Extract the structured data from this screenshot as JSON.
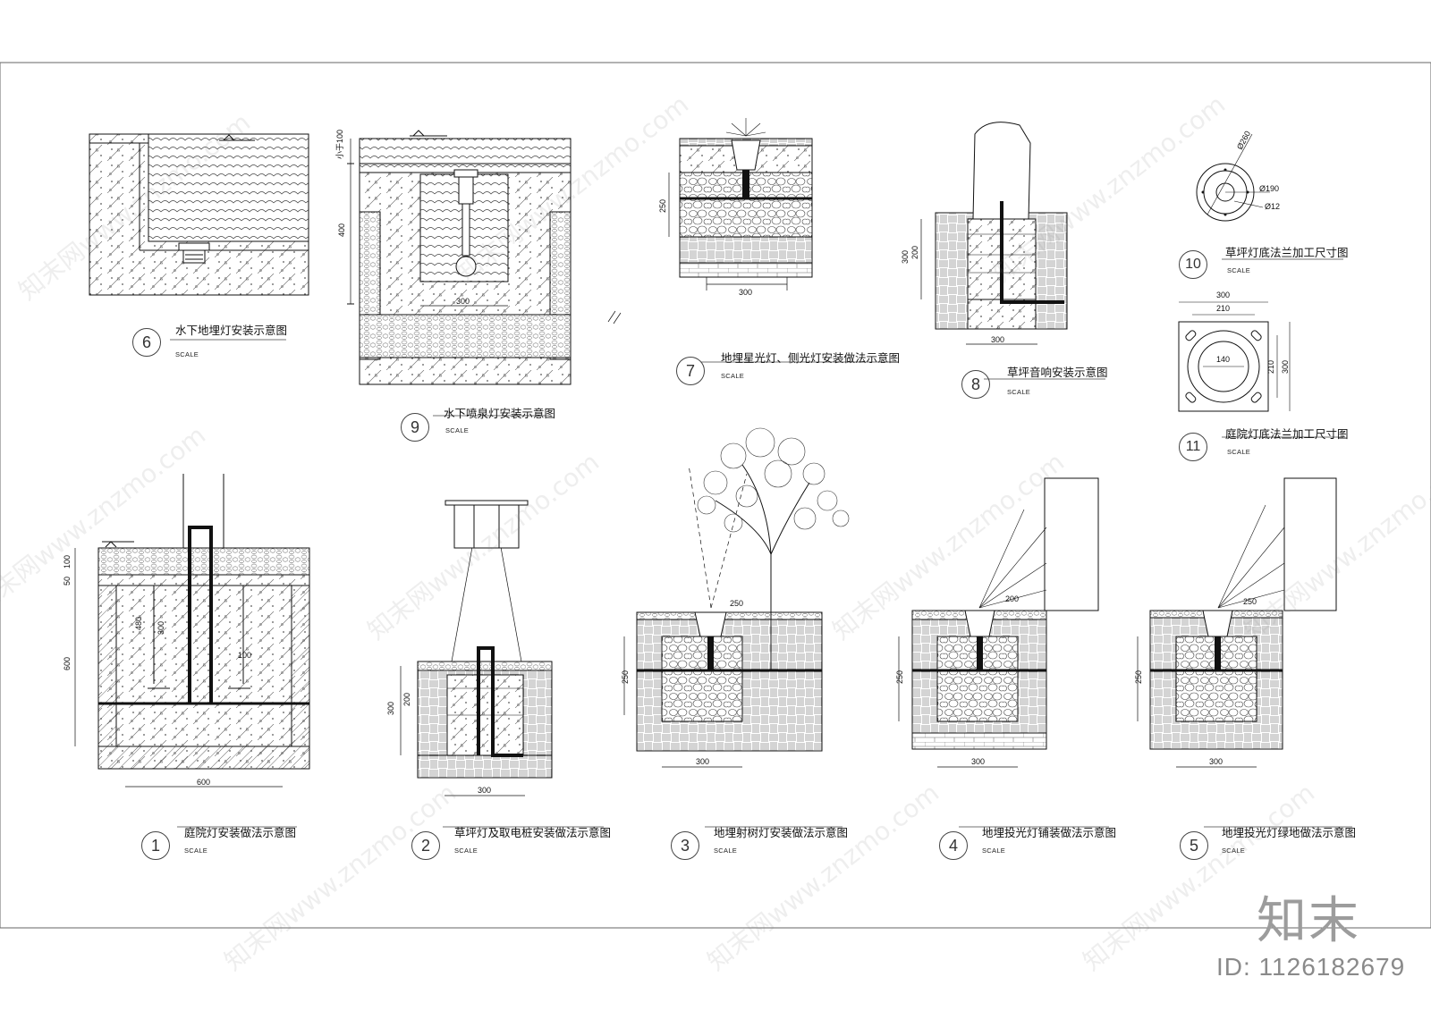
{
  "diagrams": [
    {
      "no": "6",
      "title": "水下地埋灯安装示意图",
      "scale": "SCALE"
    },
    {
      "no": "9",
      "title": "水下喷泉灯安装示意图",
      "scale": "SCALE"
    },
    {
      "no": "7",
      "title": "地埋星光灯、侧光灯安装做法示意图",
      "scale": "SCALE"
    },
    {
      "no": "8",
      "title": "草坪音响安装示意图",
      "scale": "SCALE"
    },
    {
      "no": "10",
      "title": "草坪灯底法兰加工尺寸图",
      "scale": "SCALE"
    },
    {
      "no": "11",
      "title": "庭院灯底法兰加工尺寸图",
      "scale": "SCALE"
    },
    {
      "no": "1",
      "title": "庭院灯安装做法示意图",
      "scale": "SCALE"
    },
    {
      "no": "2",
      "title": "草坪灯及取电桩安装做法示意图",
      "scale": "SCALE"
    },
    {
      "no": "3",
      "title": "地埋射树灯安装做法示意图",
      "scale": "SCALE"
    },
    {
      "no": "4",
      "title": "地埋投光灯铺装做法示意图",
      "scale": "SCALE"
    },
    {
      "no": "5",
      "title": "地埋投光灯绿地做法示意图",
      "scale": "SCALE"
    }
  ],
  "dimensions": {
    "d9_top": "小于100",
    "d9_400": "400",
    "d9_300": "300",
    "d7_250": "250",
    "d7_300": "300",
    "d8_200": "200",
    "d8_300v": "300",
    "d8_300": "300",
    "d10_260": "Ø260",
    "d10_190": "Ø190",
    "d10_12": "Ø12",
    "d11_300": "300",
    "d11_210": "210",
    "d11_140": "140",
    "d11_210v": "210",
    "d11_300v": "300",
    "d1_100": "100",
    "d1_50": "50",
    "d1_600v": "600",
    "d1_480": "480",
    "d1_300": "300",
    "d1_100b": "100",
    "d1_600": "600",
    "d2_300v": "300",
    "d2_200": "200",
    "d2_300": "300",
    "d3_250": "250",
    "d3_250v": "250",
    "d3_300": "300",
    "d4_200": "200",
    "d4_250v": "250",
    "d4_300": "300",
    "d5_250": "250",
    "d5_250v": "250",
    "d5_300": "300"
  },
  "watermark": "知末网www.znzmo.com",
  "brand": "知末",
  "id_text": "ID: 1126182679",
  "colors": {
    "line": "#111111",
    "hatch": "#555555",
    "watermark": "#c8c8c8"
  }
}
